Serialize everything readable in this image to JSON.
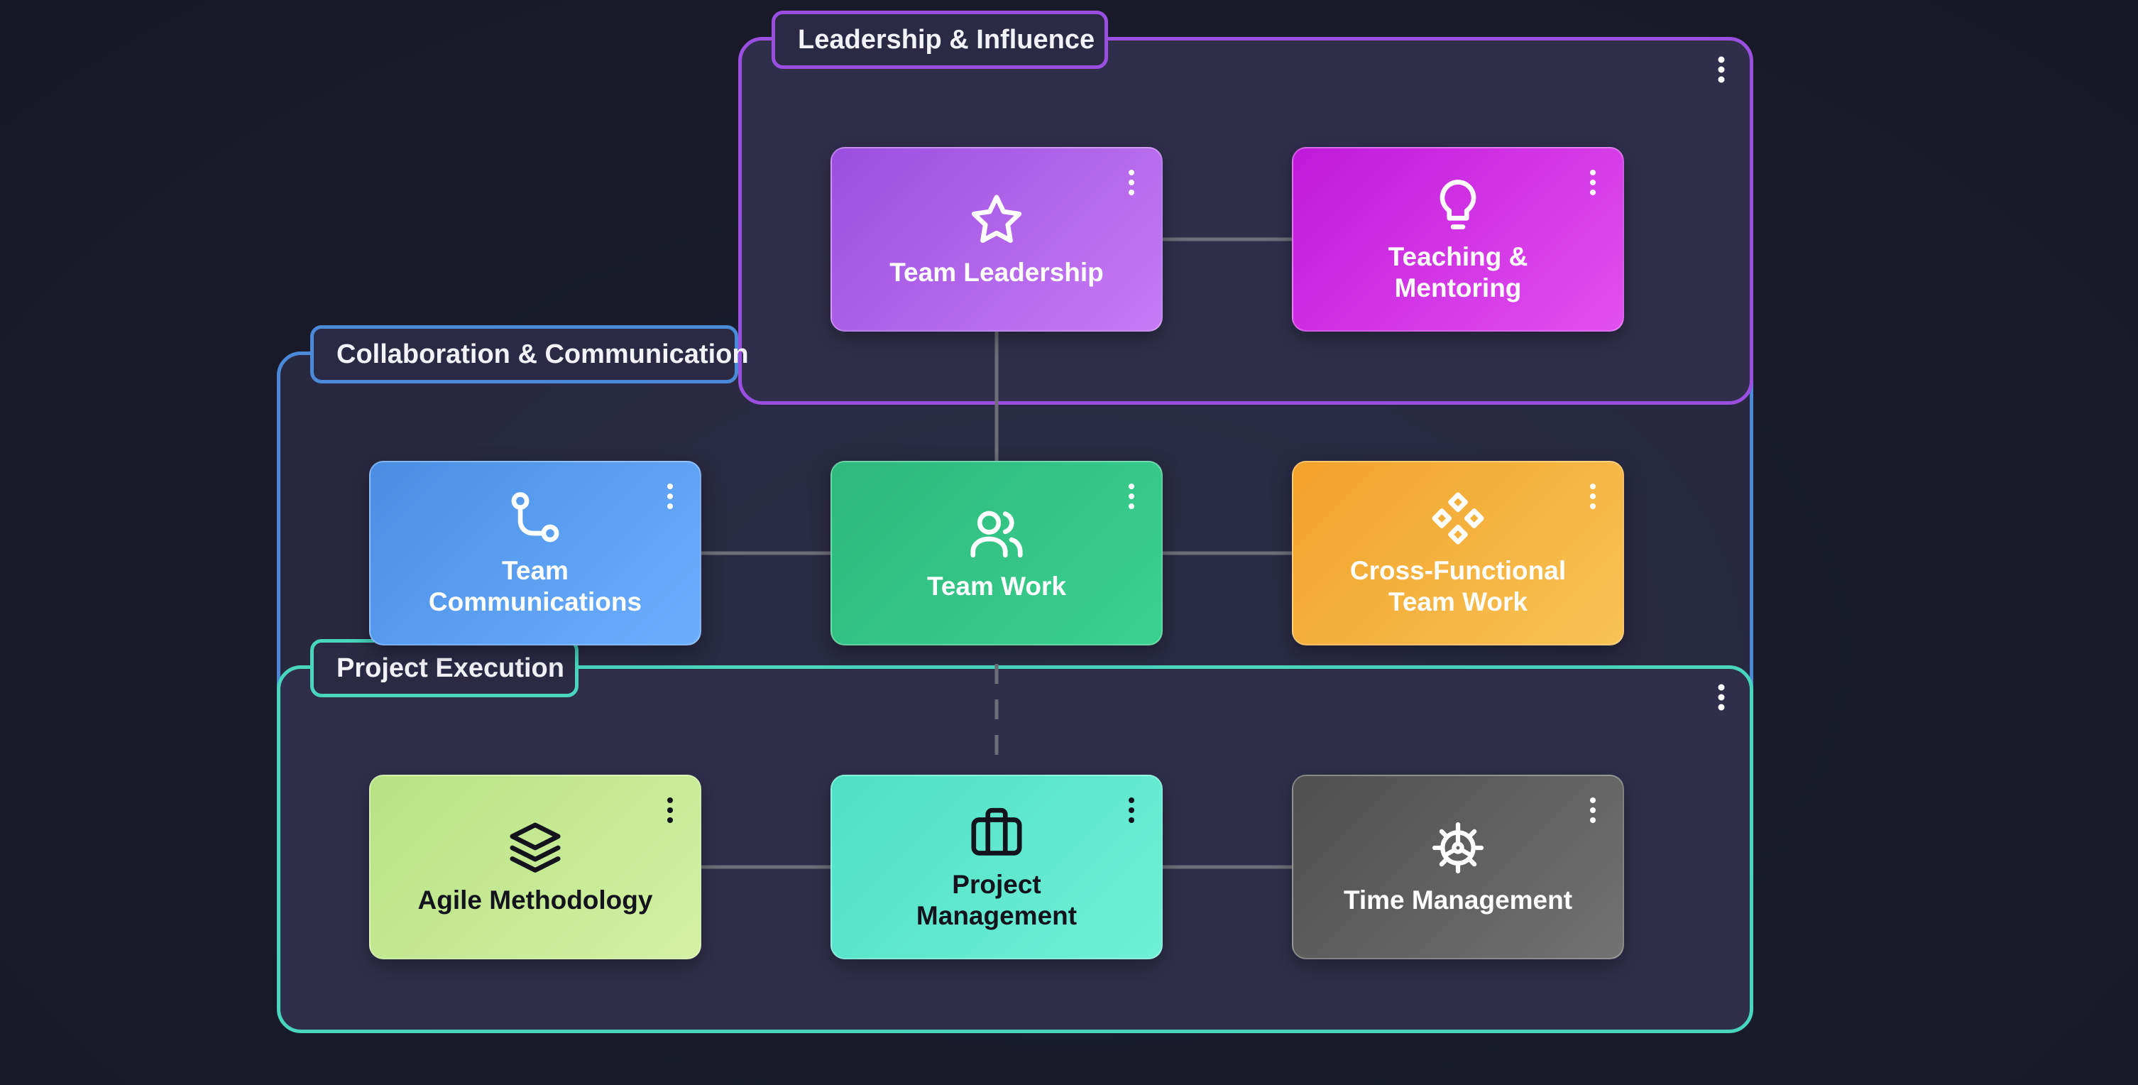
{
  "groups": {
    "collaboration": {
      "label": "Collaboration & Communication"
    },
    "execution": {
      "label": "Project Execution"
    },
    "leadership": {
      "label": "Leadership & Influence"
    }
  },
  "nodes": {
    "team_leadership": {
      "label": "Team Leadership",
      "icon": "star-icon"
    },
    "teaching_mentoring": {
      "label": "Teaching & Mentoring",
      "icon": "lightbulb-icon"
    },
    "team_communications": {
      "label": "Team Communications",
      "icon": "git-branch-icon"
    },
    "team_work": {
      "label": "Team Work",
      "icon": "users-icon"
    },
    "cross_functional": {
      "label": "Cross-Functional Team Work",
      "icon": "component-icon"
    },
    "agile": {
      "label": "Agile Methodology",
      "icon": "layers-icon"
    },
    "project_management": {
      "label": "Project Management",
      "icon": "briefcase-icon"
    },
    "time_management": {
      "label": "Time Management",
      "icon": "gear-icon"
    }
  },
  "connections": [
    {
      "from": "Team Leadership",
      "to": "Teaching & Mentoring",
      "style": "solid"
    },
    {
      "from": "Team Leadership",
      "to": "Team Work",
      "style": "solid"
    },
    {
      "from": "Team Communications",
      "to": "Team Work",
      "style": "solid"
    },
    {
      "from": "Team Work",
      "to": "Cross-Functional Team Work",
      "style": "solid"
    },
    {
      "from": "Team Work",
      "to": "Project Management",
      "style": "dashed"
    },
    {
      "from": "Agile Methodology",
      "to": "Project Management",
      "style": "solid"
    },
    {
      "from": "Project Management",
      "to": "Time Management",
      "style": "solid"
    }
  ],
  "colors": {
    "background": "#191b2a",
    "collaboration_border": "#4a8ad8",
    "execution_border": "#48d6bf",
    "leadership_border": "#9a4fe0",
    "connector": "#6e6e78"
  }
}
